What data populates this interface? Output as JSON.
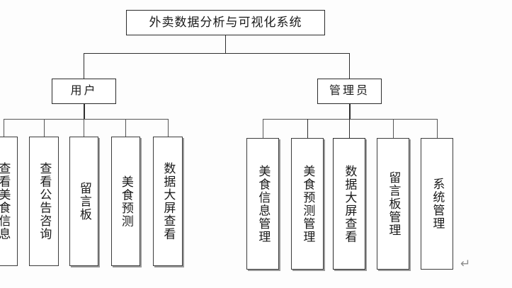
{
  "diagram": {
    "type": "organizational-tree",
    "title": "外卖数据分析与可视化系统",
    "root": {
      "label": "外卖数据分析与可视化系统"
    },
    "branches": [
      {
        "label": "用户",
        "children": [
          {
            "label": "查看美食信息"
          },
          {
            "label": "查看公告咨询"
          },
          {
            "label": "留言板"
          },
          {
            "label": "美食预测"
          },
          {
            "label": "数据大屏查看"
          }
        ]
      },
      {
        "label": "管理员",
        "children": [
          {
            "label": "美食信息管理"
          },
          {
            "label": "美食预测管理"
          },
          {
            "label": "数据大屏查看"
          },
          {
            "label": "留言板管理"
          },
          {
            "label": "系统管理"
          }
        ]
      }
    ],
    "marks": {
      "paragraph_return": "↵"
    },
    "colors": {
      "background": "#fdfdfd",
      "box_fill": "#ffffff",
      "box_border": "#3c3c3c",
      "line": "#2e2e2e",
      "text": "#1a1a1a",
      "mark": "#8d8d8d"
    }
  }
}
